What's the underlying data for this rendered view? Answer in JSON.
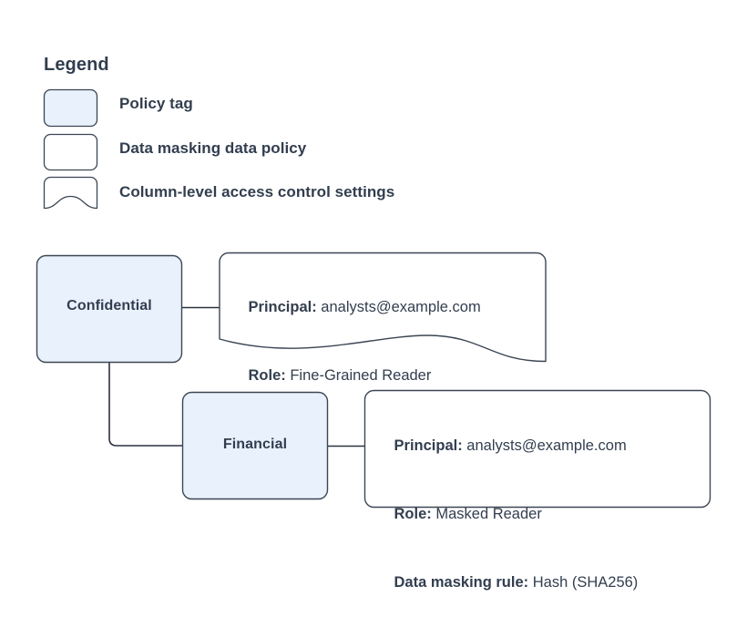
{
  "legend": {
    "title": "Legend",
    "items": [
      {
        "label": "Policy tag",
        "swatch": "rounded-rect-filled",
        "fill": "#e9f1fd"
      },
      {
        "label": "Data masking data policy",
        "swatch": "rounded-rect-white",
        "fill": "#ffffff"
      },
      {
        "label": "Column-level access control settings",
        "swatch": "wavy-document",
        "fill": "#ffffff"
      }
    ]
  },
  "diagram": {
    "nodes": [
      {
        "id": "confidential",
        "label": "Confidential",
        "shape": "rounded-rect",
        "fill": "#e9f1fd"
      },
      {
        "id": "financial",
        "label": "Financial",
        "shape": "rounded-rect",
        "fill": "#e9f1fd"
      }
    ],
    "callouts": [
      {
        "id": "callout-confidential",
        "shape": "wavy-document",
        "attached_to": "Confidential",
        "rows": [
          {
            "key": "Principal:",
            "value": " analysts@example.com"
          },
          {
            "key": "Role:",
            "value": " Fine-Grained Reader"
          }
        ]
      },
      {
        "id": "callout-financial",
        "shape": "rounded-rect",
        "attached_to": "Financial",
        "rows": [
          {
            "key": "Principal:",
            "value": " analysts@example.com"
          },
          {
            "key": "Role:",
            "value": " Masked Reader"
          },
          {
            "key": "Data masking rule:",
            "value": " Hash (SHA256)"
          }
        ]
      }
    ],
    "connectors": [
      {
        "from": "Confidential",
        "to": "callout-confidential",
        "style": "straight"
      },
      {
        "from": "Confidential",
        "to": "Financial",
        "style": "elbow"
      },
      {
        "from": "Financial",
        "to": "callout-financial",
        "style": "straight"
      }
    ]
  },
  "colors": {
    "stroke": "#3b4654",
    "connector": "#2b3340",
    "text": "#323e4f",
    "tag_fill": "#e9f1fd",
    "white": "#ffffff",
    "background": "#ffffff"
  }
}
